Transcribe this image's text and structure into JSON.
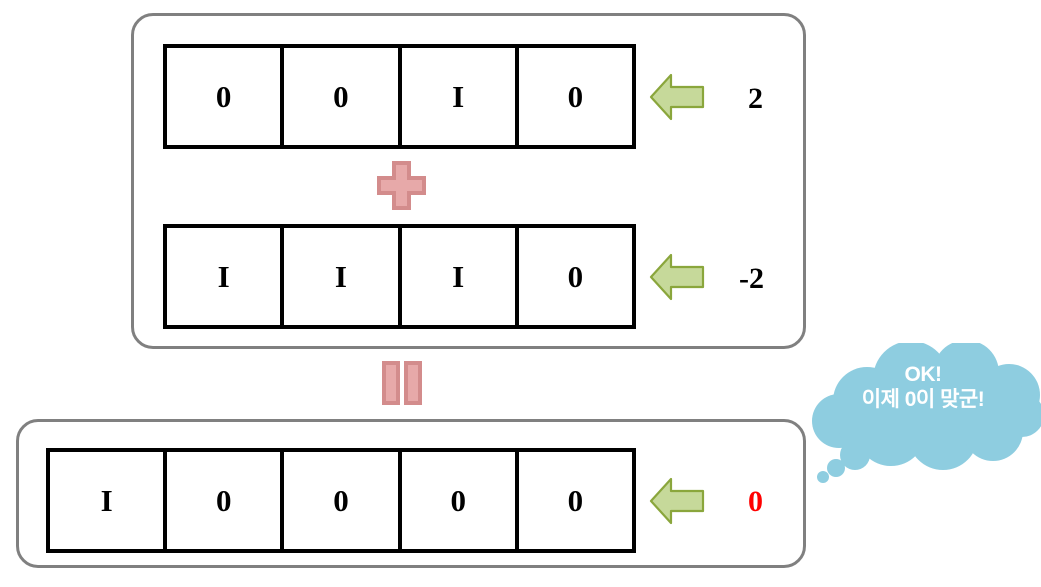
{
  "diagram": {
    "title_text_visible": false,
    "colors": {
      "group_border": "#808080",
      "cell_border": "#000000",
      "arrow_fill": "#c6d99a",
      "arrow_stroke": "#8aa63c",
      "operator_fill": "#e7a9a9",
      "operator_stroke": "#d38c8c",
      "cloud_fill": "#8ecde0",
      "cloud_text": "#ffffff",
      "result_value": "#ff0000",
      "value_default": "#000000"
    }
  },
  "rows": [
    {
      "id": "row-a",
      "name": "addend-row-top",
      "bits": [
        "0",
        "0",
        "I",
        "0"
      ],
      "arrow_icon": "arrow-left-icon",
      "value": "2",
      "value_color": "#000000"
    },
    {
      "id": "row-b",
      "name": "addend-row-bottom",
      "bits": [
        "I",
        "I",
        "I",
        "0"
      ],
      "arrow_icon": "arrow-left-icon",
      "value": "-2",
      "value_color": "#000000"
    },
    {
      "id": "row-sum",
      "name": "sum-row",
      "bits": [
        "I",
        "0",
        "0",
        "0",
        "0"
      ],
      "arrow_icon": "arrow-left-icon",
      "value": "0",
      "value_color": "#ff0000"
    }
  ],
  "operators": {
    "plus": {
      "icon": "plus-icon",
      "symbol": "+"
    },
    "equals": {
      "icon": "equals-icon",
      "symbol": "="
    }
  },
  "cloud": {
    "icon": "thought-cloud-icon",
    "text": "OK!\n이제 0이 맞군!"
  }
}
